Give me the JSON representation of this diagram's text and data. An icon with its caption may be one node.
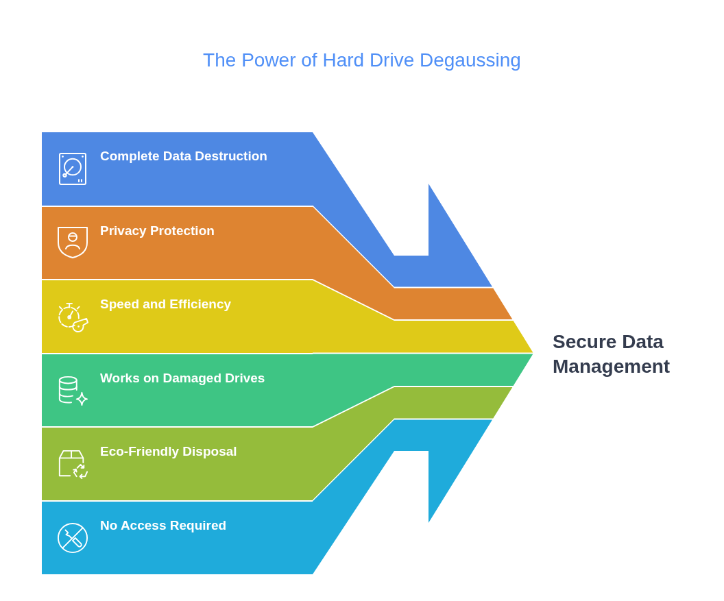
{
  "diagram": {
    "title": "The Power of Hard Drive Degaussing",
    "nodes": [
      {
        "text": [
          "Complete Data Destruction"
        ]
      },
      {
        "text": [
          "Privacy Protection"
        ]
      },
      {
        "text": [
          "Speed and Efficiency"
        ]
      },
      {
        "text": [
          "Works on Damaged Drives"
        ]
      },
      {
        "text": [
          "Eco-Friendly Disposal"
        ]
      },
      {
        "text": [
          "No Access Required"
        ]
      }
    ],
    "labels": [
      "Secure Data Management"
    ]
  }
}
